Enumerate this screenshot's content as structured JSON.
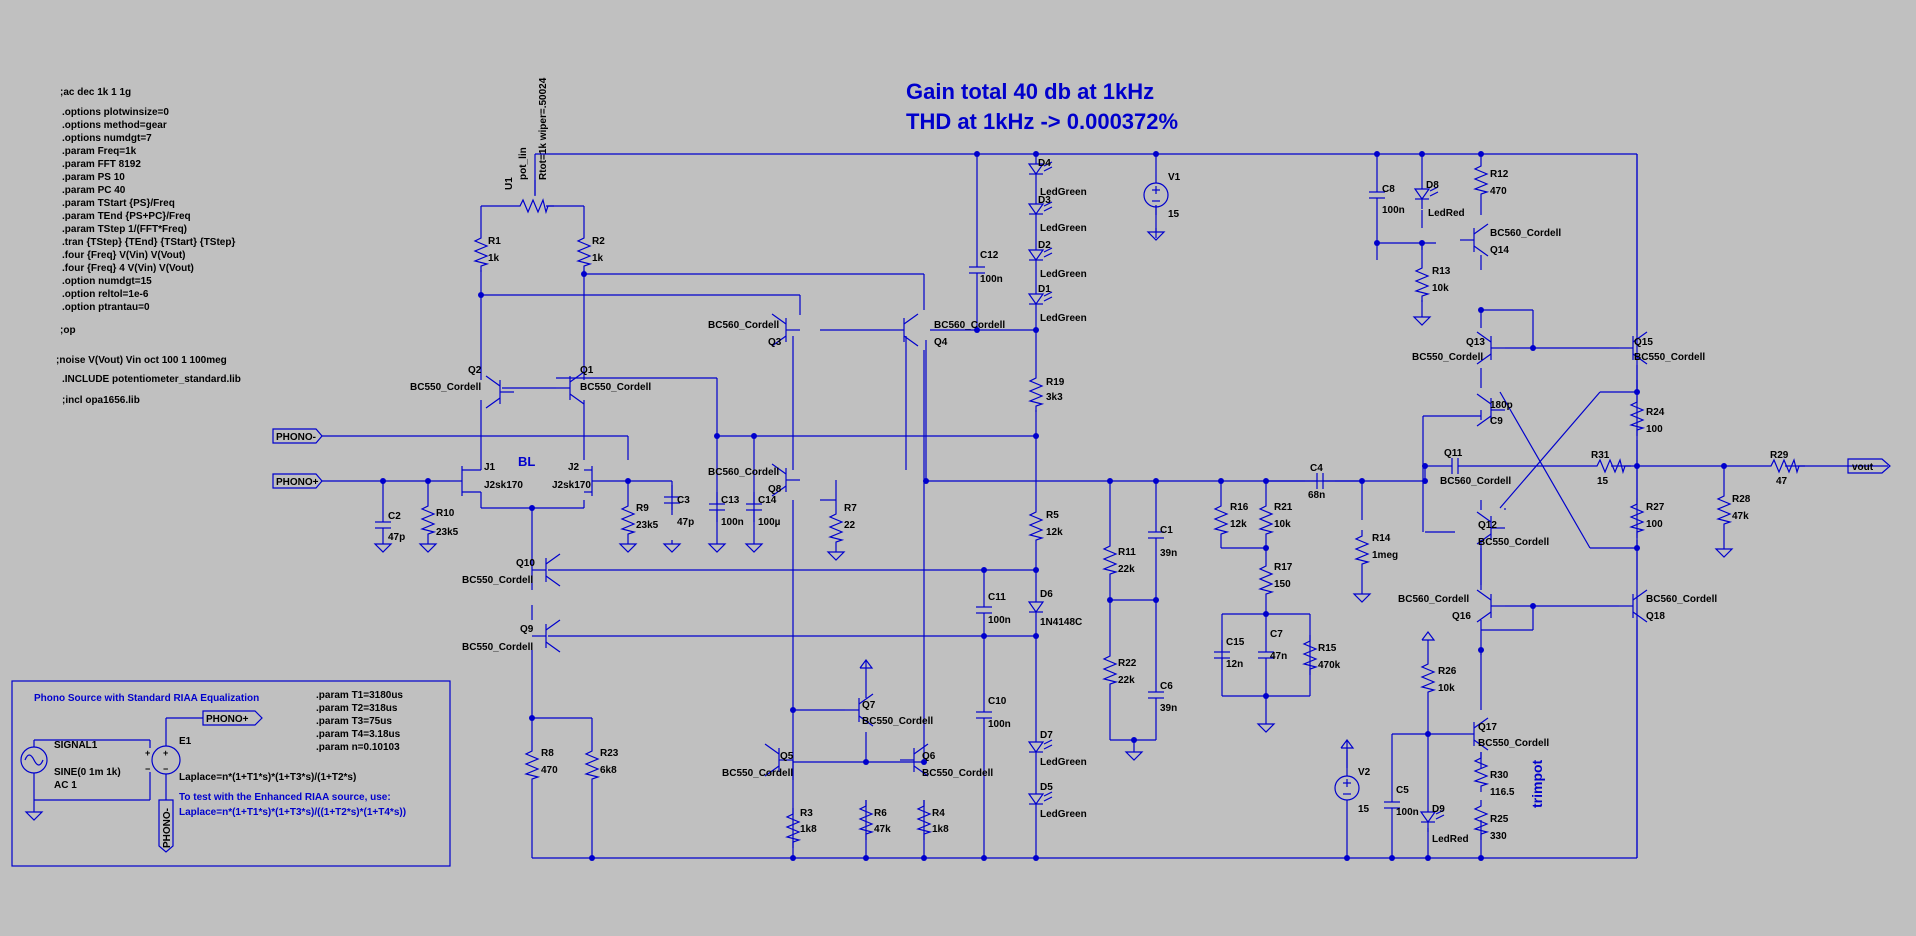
{
  "titles": [
    "Gain total 40 db at 1kHz",
    "THD at 1kHz -> 0.000372%"
  ],
  "directives": [
    ";ac dec 1k 1 1g",
    ".options plotwinsize=0",
    ".options method=gear",
    ".options numdgt=7",
    ".param Freq=1k",
    ".param FFT 8192",
    ".param PS 10",
    ".param PC 40",
    ".param TStart {PS}/Freq",
    ".param TEnd {PS+PC}/Freq",
    ".param TStep 1/(FFT*Freq)",
    ".tran {TStep} {TEnd} {TStart} {TStep}",
    ".four {Freq} V(Vin) V(Vout)",
    ".four {Freq} 4 V(Vin) V(Vout)",
    ".option numdgt=15",
    ".option reltol=1e-6",
    ".option ptrantau=0",
    ";op",
    ";noise V(Vout) Vin oct 100 1 100meg",
    ".INCLUDE potentiometer_standard.lib",
    ";incl opa1656.lib"
  ],
  "ports": {
    "phono_minus": "PHONO-",
    "phono_plus": "PHONO+",
    "vout": "vout",
    "source_phono_plus": "PHONO+",
    "source_phono_minus": "PHONO-"
  },
  "annotations": {
    "bl": "BL",
    "trimpot": "trimpot"
  },
  "source_box": {
    "title": "Phono Source with Standard RIAA Equalization",
    "signal_name": "SIGNAL1",
    "signal_value": "SINE(0 1m 1k)",
    "signal_ac": "AC 1",
    "e1": "E1",
    "params": [
      ".param T1=3180us",
      ".param T2=318us",
      ".param T3=75us",
      ".param T4=3.18us",
      ".param n=0.10103"
    ],
    "laplace": "Laplace=n*(1+T1*s)*(1+T3*s)/(1+T2*s)",
    "note": "To test with the Enhanced RIAA source, use:",
    "laplace_enhanced": "Laplace=n*(1+T1*s)*(1+T3*s)/((1+T2*s)*(1+T4*s))"
  },
  "pot": {
    "name": "U1",
    "model": "pot_lin",
    "params": "Rtot=1k wiper=.50024"
  },
  "components": [
    {
      "ref": "R1",
      "value": "1k"
    },
    {
      "ref": "R2",
      "value": "1k"
    },
    {
      "ref": "Q2",
      "value": "BC550_Cordell"
    },
    {
      "ref": "Q1",
      "value": "BC550_Cordell"
    },
    {
      "ref": "J1",
      "value": "J2sk170"
    },
    {
      "ref": "J2",
      "value": "J2sk170"
    },
    {
      "ref": "C2",
      "value": "47p"
    },
    {
      "ref": "R10",
      "value": "23k5"
    },
    {
      "ref": "R9",
      "value": "23k5"
    },
    {
      "ref": "C3",
      "value": "47p"
    },
    {
      "ref": "Q3",
      "value": "BC560_Cordell"
    },
    {
      "ref": "Q4",
      "value": "BC560_Cordell"
    },
    {
      "ref": "Q8",
      "value": "BC560_Cordell"
    },
    {
      "ref": "C13",
      "value": "100n"
    },
    {
      "ref": "C14",
      "value": "100µ"
    },
    {
      "ref": "R7",
      "value": "22"
    },
    {
      "ref": "C12",
      "value": "100n"
    },
    {
      "ref": "D4",
      "value": "LedGreen"
    },
    {
      "ref": "D3",
      "value": "LedGreen"
    },
    {
      "ref": "D2",
      "value": "LedGreen"
    },
    {
      "ref": "D1",
      "value": "LedGreen"
    },
    {
      "ref": "V1",
      "value": "15"
    },
    {
      "ref": "R19",
      "value": "3k3"
    },
    {
      "ref": "R5",
      "value": "12k"
    },
    {
      "ref": "D6",
      "value": "1N4148C"
    },
    {
      "ref": "Q10",
      "value": "BC550_Cordell"
    },
    {
      "ref": "Q9",
      "value": "BC550_Cordell"
    },
    {
      "ref": "C11",
      "value": "100n"
    },
    {
      "ref": "C10",
      "value": "100n"
    },
    {
      "ref": "R8",
      "value": "470"
    },
    {
      "ref": "R23",
      "value": "6k8"
    },
    {
      "ref": "Q7",
      "value": "BC550_Cordell"
    },
    {
      "ref": "Q5",
      "value": "BC550_Cordell"
    },
    {
      "ref": "Q6",
      "value": "BC550_Cordell"
    },
    {
      "ref": "R3",
      "value": "1k8"
    },
    {
      "ref": "R6",
      "value": "47k"
    },
    {
      "ref": "R4",
      "value": "1k8"
    },
    {
      "ref": "D7",
      "value": "LedGreen"
    },
    {
      "ref": "D5",
      "value": "LedGreen"
    },
    {
      "ref": "R11",
      "value": "22k"
    },
    {
      "ref": "R22",
      "value": "22k"
    },
    {
      "ref": "C1",
      "value": "39n"
    },
    {
      "ref": "C6",
      "value": "39n"
    },
    {
      "ref": "R16",
      "value": "12k"
    },
    {
      "ref": "R21",
      "value": "10k"
    },
    {
      "ref": "R17",
      "value": "150"
    },
    {
      "ref": "C15",
      "value": "12n"
    },
    {
      "ref": "C7",
      "value": "47n"
    },
    {
      "ref": "R15",
      "value": "470k"
    },
    {
      "ref": "C4",
      "value": "68n"
    },
    {
      "ref": "R14",
      "value": "1meg"
    },
    {
      "ref": "C8",
      "value": "100n"
    },
    {
      "ref": "D8",
      "value": "LedRed"
    },
    {
      "ref": "R12",
      "value": "470"
    },
    {
      "ref": "R13",
      "value": "10k"
    },
    {
      "ref": "Q14",
      "value": "BC560_Cordell"
    },
    {
      "ref": "Q13",
      "value": "BC550_Cordell"
    },
    {
      "ref": "Q15",
      "value": "BC550_Cordell"
    },
    {
      "ref": "Q11",
      "value": "BC560_Cordell"
    },
    {
      "ref": "C9",
      "value": "180p"
    },
    {
      "ref": "R31",
      "value": "15"
    },
    {
      "ref": "R24",
      "value": "100"
    },
    {
      "ref": "R27",
      "value": "100"
    },
    {
      "ref": "R29",
      "value": "47"
    },
    {
      "ref": "R28",
      "value": "47k"
    },
    {
      "ref": "Q12",
      "value": "BC550_Cordell"
    },
    {
      "ref": "Q16",
      "value": "BC560_Cordell"
    },
    {
      "ref": "Q18",
      "value": "BC560_Cordell"
    },
    {
      "ref": "R26",
      "value": "10k"
    },
    {
      "ref": "Q17",
      "value": "BC550_Cordell"
    },
    {
      "ref": "V2",
      "value": "15"
    },
    {
      "ref": "C5",
      "value": "100n"
    },
    {
      "ref": "D9",
      "value": "LedRed"
    },
    {
      "ref": "R30",
      "value": "116.5"
    },
    {
      "ref": "R25",
      "value": "330"
    }
  ]
}
